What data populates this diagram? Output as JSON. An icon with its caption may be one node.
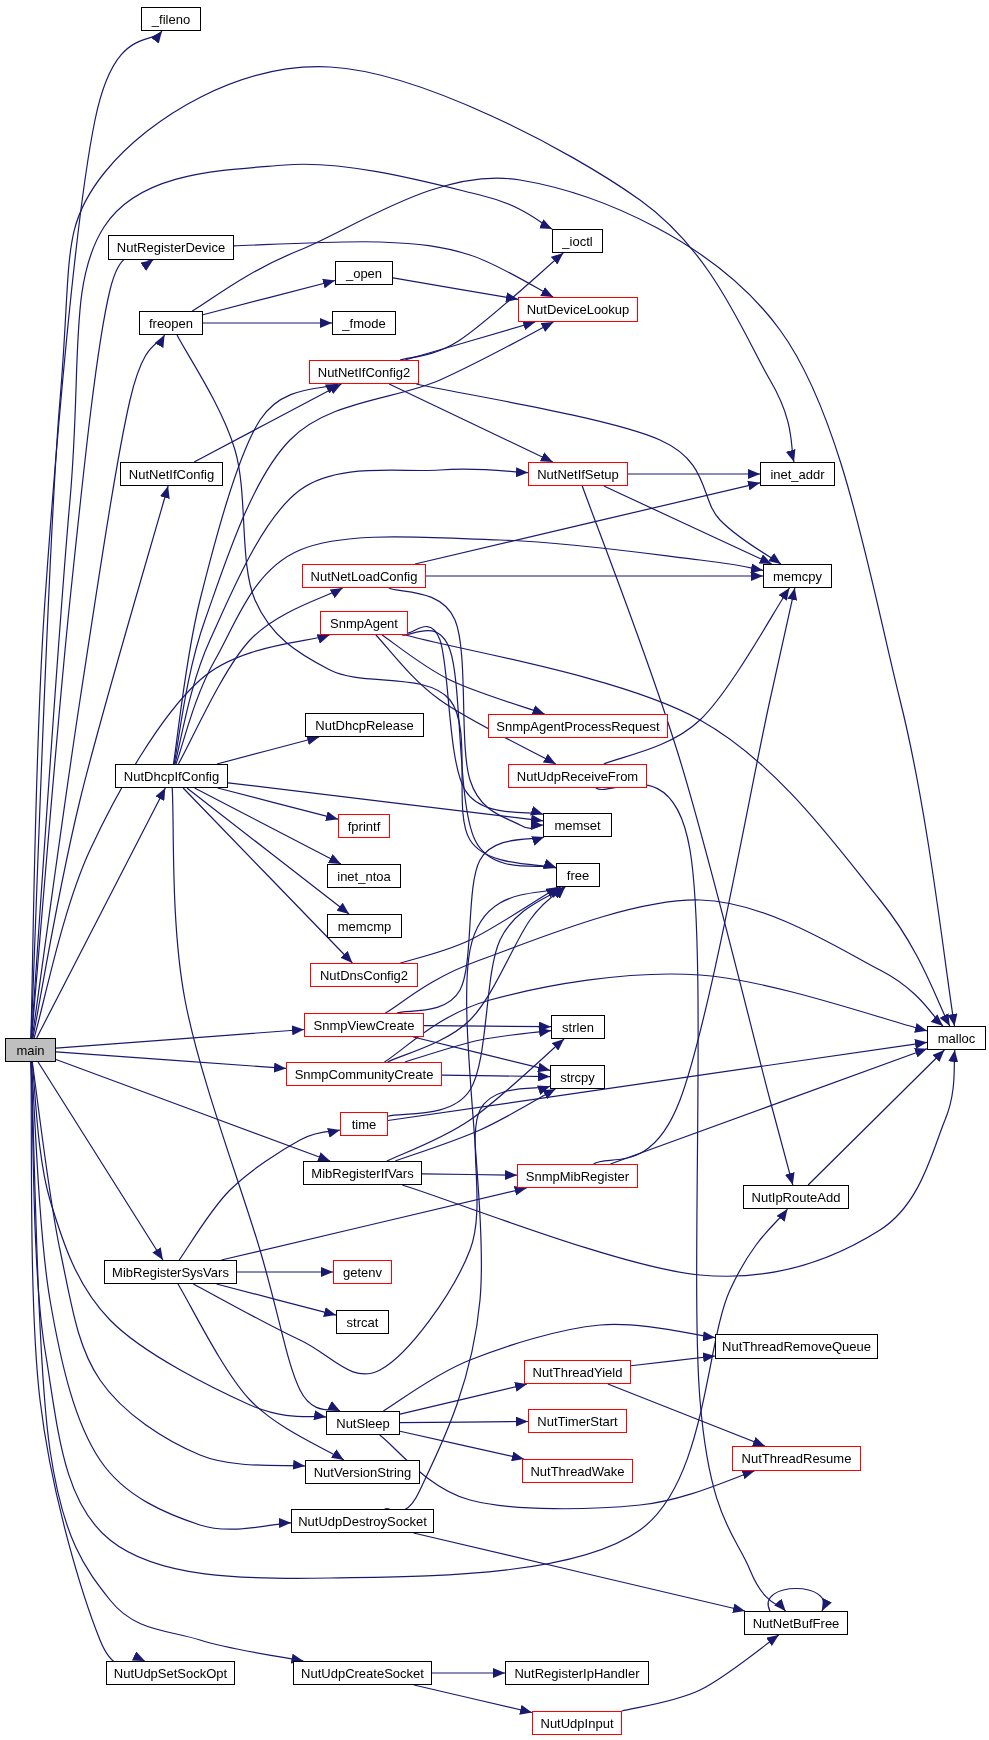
{
  "diagram": {
    "nodes": [
      {
        "text": [
          "main"
        ]
      },
      {
        "text": [
          "_fileno"
        ]
      },
      {
        "text": [
          "_ioctl"
        ]
      },
      {
        "text": [
          "NutRegisterDevice"
        ]
      },
      {
        "text": [
          "freopen"
        ]
      },
      {
        "text": [
          "_open"
        ]
      },
      {
        "text": [
          "_fmode"
        ]
      },
      {
        "text": [
          "NutDeviceLookup"
        ]
      },
      {
        "text": [
          "NutNetIfConfig2"
        ]
      },
      {
        "text": [
          "NutNetIfConfig"
        ]
      },
      {
        "text": [
          "NutNetIfSetup"
        ]
      },
      {
        "text": [
          "inet_addr"
        ]
      },
      {
        "text": [
          "NutNetLoadConfig"
        ]
      },
      {
        "text": [
          "memcpy"
        ]
      },
      {
        "text": [
          "SnmpAgent"
        ]
      },
      {
        "text": [
          "SnmpAgentProcessRequest"
        ]
      },
      {
        "text": [
          "NutDhcpRelease"
        ]
      },
      {
        "text": [
          "NutDhcpIfConfig"
        ]
      },
      {
        "text": [
          "NutUdpReceiveFrom"
        ]
      },
      {
        "text": [
          "memset"
        ]
      },
      {
        "text": [
          "fprintf"
        ]
      },
      {
        "text": [
          "free"
        ]
      },
      {
        "text": [
          "inet_ntoa"
        ]
      },
      {
        "text": [
          "memcmp"
        ]
      },
      {
        "text": [
          "NutDnsConfig2"
        ]
      },
      {
        "text": [
          "SnmpViewCreate"
        ]
      },
      {
        "text": [
          "strlen"
        ]
      },
      {
        "text": [
          "malloc"
        ]
      },
      {
        "text": [
          "SnmpCommunityCreate"
        ]
      },
      {
        "text": [
          "strcpy"
        ]
      },
      {
        "text": [
          "time"
        ]
      },
      {
        "text": [
          "MibRegisterIfVars"
        ]
      },
      {
        "text": [
          "SnmpMibRegister"
        ]
      },
      {
        "text": [
          "NutIpRouteAdd"
        ]
      },
      {
        "text": [
          "MibRegisterSysVars"
        ]
      },
      {
        "text": [
          "getenv"
        ]
      },
      {
        "text": [
          "strcat"
        ]
      },
      {
        "text": [
          "NutThreadRemoveQueue"
        ]
      },
      {
        "text": [
          "NutThreadYield"
        ]
      },
      {
        "text": [
          "NutSleep"
        ]
      },
      {
        "text": [
          "NutTimerStart"
        ]
      },
      {
        "text": [
          "NutThreadResume"
        ]
      },
      {
        "text": [
          "NutThreadWake"
        ]
      },
      {
        "text": [
          "NutVersionString"
        ]
      },
      {
        "text": [
          "NutUdpDestroySocket"
        ]
      },
      {
        "text": [
          "NutNetBufFree"
        ]
      },
      {
        "text": [
          "NutUdpSetSockOpt"
        ]
      },
      {
        "text": [
          "NutUdpCreateSocket"
        ]
      },
      {
        "text": [
          "NutRegisterIpHandler"
        ]
      },
      {
        "text": [
          "NutUdpInput"
        ]
      }
    ],
    "edges": [
      {
        "from": 0,
        "to": 1,
        "arrow": "to"
      },
      {
        "from": 0,
        "to": 11,
        "arrow": "to"
      },
      {
        "from": 0,
        "to": 2,
        "arrow": "to"
      },
      {
        "from": 0,
        "to": 3,
        "arrow": "to"
      },
      {
        "from": 0,
        "to": 4,
        "arrow": "to"
      },
      {
        "from": 0,
        "to": 9,
        "arrow": "to"
      },
      {
        "from": 0,
        "to": 14,
        "arrow": "to"
      },
      {
        "from": 0,
        "to": 17,
        "arrow": "to"
      },
      {
        "from": 0,
        "to": 25,
        "arrow": "to"
      },
      {
        "from": 0,
        "to": 28,
        "arrow": "to"
      },
      {
        "from": 0,
        "to": 31,
        "arrow": "to"
      },
      {
        "from": 0,
        "to": 34,
        "arrow": "to"
      },
      {
        "from": 0,
        "to": 39,
        "arrow": "to"
      },
      {
        "from": 0,
        "to": 43,
        "arrow": "to"
      },
      {
        "from": 0,
        "to": 44,
        "arrow": "to"
      },
      {
        "from": 0,
        "to": 33,
        "arrow": "to"
      },
      {
        "from": 0,
        "to": 46,
        "arrow": "to"
      },
      {
        "from": 0,
        "to": 47,
        "arrow": "to"
      },
      {
        "from": 3,
        "to": 7,
        "arrow": "to"
      },
      {
        "from": 4,
        "to": 5,
        "arrow": "to"
      },
      {
        "from": 4,
        "to": 6,
        "arrow": "to"
      },
      {
        "from": 4,
        "to": 27,
        "arrow": "to"
      },
      {
        "from": 4,
        "to": 21,
        "arrow": "to"
      },
      {
        "from": 5,
        "to": 7,
        "arrow": "to"
      },
      {
        "from": 8,
        "to": 2,
        "arrow": "to"
      },
      {
        "from": 8,
        "to": 7,
        "arrow": "to"
      },
      {
        "from": 8,
        "to": 10,
        "arrow": "to"
      },
      {
        "from": 8,
        "to": 13,
        "arrow": "to"
      },
      {
        "from": 9,
        "to": 8,
        "arrow": "to"
      },
      {
        "from": 10,
        "to": 11,
        "arrow": "to"
      },
      {
        "from": 10,
        "to": 13,
        "arrow": "to"
      },
      {
        "from": 10,
        "to": 33,
        "arrow": "to"
      },
      {
        "from": 12,
        "to": 11,
        "arrow": "to"
      },
      {
        "from": 12,
        "to": 13,
        "arrow": "to"
      },
      {
        "from": 12,
        "to": 19,
        "arrow": "to"
      },
      {
        "from": 14,
        "to": 15,
        "arrow": "to"
      },
      {
        "from": 14,
        "to": 18,
        "arrow": "to"
      },
      {
        "from": 14,
        "to": 19,
        "arrow": "to"
      },
      {
        "from": 14,
        "to": 21,
        "arrow": "to"
      },
      {
        "from": 14,
        "to": 27,
        "arrow": "to"
      },
      {
        "from": 17,
        "to": 8,
        "arrow": "to"
      },
      {
        "from": 17,
        "to": 7,
        "arrow": "to"
      },
      {
        "from": 17,
        "to": 10,
        "arrow": "to"
      },
      {
        "from": 17,
        "to": 13,
        "arrow": "to"
      },
      {
        "from": 17,
        "to": 12,
        "arrow": "to"
      },
      {
        "from": 17,
        "to": 16,
        "arrow": "to"
      },
      {
        "from": 17,
        "to": 19,
        "arrow": "to"
      },
      {
        "from": 17,
        "to": 20,
        "arrow": "to"
      },
      {
        "from": 17,
        "to": 22,
        "arrow": "to"
      },
      {
        "from": 17,
        "to": 23,
        "arrow": "to"
      },
      {
        "from": 17,
        "to": 24,
        "arrow": "to"
      },
      {
        "from": 17,
        "to": 39,
        "arrow": "to"
      },
      {
        "from": 18,
        "to": 13,
        "arrow": "to"
      },
      {
        "from": 18,
        "to": 45,
        "arrow": "to"
      },
      {
        "from": 24,
        "to": 21,
        "arrow": "to"
      },
      {
        "from": 25,
        "to": 19,
        "arrow": "to"
      },
      {
        "from": 25,
        "to": 26,
        "arrow": "to"
      },
      {
        "from": 25,
        "to": 29,
        "arrow": "to"
      },
      {
        "from": 25,
        "to": 27,
        "arrow": "to"
      },
      {
        "from": 28,
        "to": 21,
        "arrow": "to"
      },
      {
        "from": 28,
        "to": 26,
        "arrow": "to"
      },
      {
        "from": 28,
        "to": 29,
        "arrow": "to"
      },
      {
        "from": 28,
        "to": 27,
        "arrow": "to"
      },
      {
        "from": 30,
        "to": 21,
        "arrow": "to"
      },
      {
        "from": 30,
        "to": 27,
        "arrow": "to"
      },
      {
        "from": 31,
        "to": 32,
        "arrow": "to"
      },
      {
        "from": 31,
        "to": 26,
        "arrow": "to"
      },
      {
        "from": 31,
        "to": 29,
        "arrow": "to"
      },
      {
        "from": 31,
        "to": 27,
        "arrow": "to"
      },
      {
        "from": 32,
        "to": 13,
        "arrow": "to"
      },
      {
        "from": 32,
        "to": 27,
        "arrow": "to"
      },
      {
        "from": 33,
        "to": 27,
        "arrow": "to"
      },
      {
        "from": 34,
        "to": 30,
        "arrow": "to"
      },
      {
        "from": 34,
        "to": 32,
        "arrow": "to"
      },
      {
        "from": 34,
        "to": 35,
        "arrow": "to"
      },
      {
        "from": 34,
        "to": 36,
        "arrow": "to"
      },
      {
        "from": 34,
        "to": 43,
        "arrow": "to"
      },
      {
        "from": 34,
        "to": 29,
        "arrow": "to"
      },
      {
        "from": 39,
        "to": 37,
        "arrow": "to"
      },
      {
        "from": 39,
        "to": 38,
        "arrow": "to"
      },
      {
        "from": 39,
        "to": 40,
        "arrow": "to"
      },
      {
        "from": 39,
        "to": 42,
        "arrow": "to"
      },
      {
        "from": 39,
        "to": 41,
        "arrow": "to"
      },
      {
        "from": 38,
        "to": 37,
        "arrow": "to"
      },
      {
        "from": 38,
        "to": 41,
        "arrow": "to"
      },
      {
        "from": 44,
        "to": 21,
        "arrow": "to"
      },
      {
        "from": 44,
        "to": 45,
        "arrow": "to"
      },
      {
        "from": 45,
        "to": 45,
        "arrow": "to"
      },
      {
        "from": 47,
        "to": 48,
        "arrow": "to"
      },
      {
        "from": 47,
        "to": 49,
        "arrow": "to"
      },
      {
        "from": 49,
        "to": 45,
        "arrow": "to"
      }
    ]
  }
}
